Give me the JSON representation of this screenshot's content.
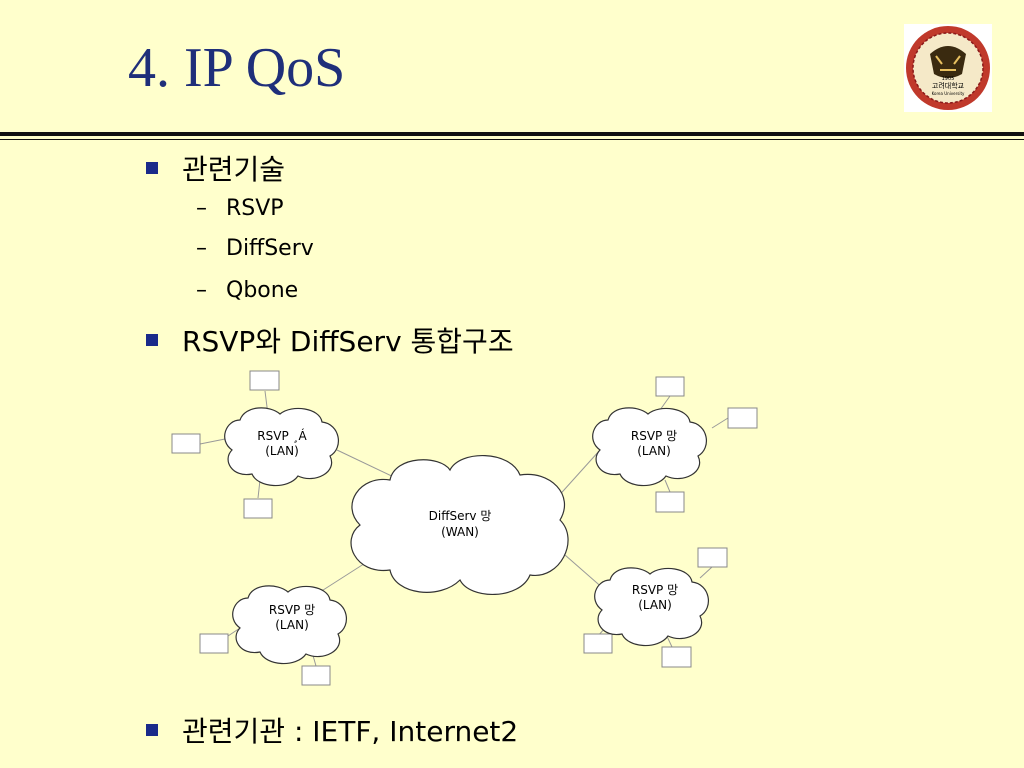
{
  "title": "4. IP QoS",
  "bullets": {
    "b1": "관련기술",
    "b1_items": [
      "RSVP",
      "DiffServ",
      "Qbone"
    ],
    "b2": "RSVP와 DiffServ 통합구조",
    "b3": "관련기관 : IETF, Internet2"
  },
  "dash": "–",
  "diagram": {
    "wan_line1": "DiffServ 망",
    "wan_line2": "(WAN)",
    "lan_tl_line1": "RSVP ¸Á",
    "lan_tl_line2": "(LAN)",
    "lan_tr_line1": "RSVP 망",
    "lan_tr_line2": "(LAN)",
    "lan_br_line1": "RSVP 망",
    "lan_br_line2": "(LAN)",
    "lan_bl_line1": "RSVP 망",
    "lan_bl_line2": "(LAN)"
  },
  "logo": {
    "text_line1": "1905",
    "text_line2": "고려대학교",
    "text_line3": "Korea University",
    "ring_color": "#c0392b"
  },
  "colors": {
    "background": "#ffffcc",
    "title": "#1f2f7a",
    "bullet": "#1a2a8a"
  }
}
